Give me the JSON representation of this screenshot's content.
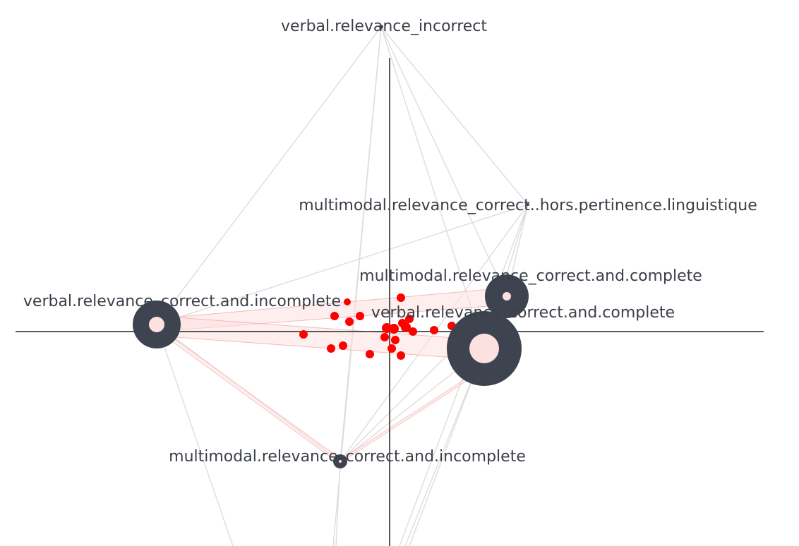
{
  "labels": {
    "verbal_incorrect": "verbal.relevance_incorrect",
    "multimodal_hors": "multimodal.relevance_correct..hors.pertinence.linguistique",
    "multimodal_complete": "multimodal.relevance_correct.and.complete",
    "verbal_incomplete": "verbal.relevance_correct.and.incomplete",
    "verbal_complete": "verbal.relevance_correct.and.complete",
    "multimodal_incomplete": "multimodal.relevance_correct.and.incomplete"
  },
  "colors": {
    "node": "#3d444f",
    "node_center": "#fde0e0",
    "point": "#ff0000",
    "edge": "#dddddd",
    "edge_highlight": "#f7b9b9",
    "axis": "#222222",
    "text": "#3a3f48"
  }
}
